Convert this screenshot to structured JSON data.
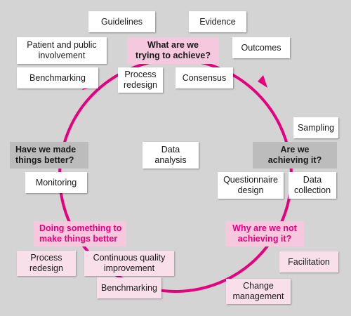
{
  "colors": {
    "background": "#d4d4d4",
    "cycle_line": "#e6007e",
    "pink_box": "#f9dfe9",
    "pink_stage": "#f6c8dd",
    "grey_stage": "#bcbcbc",
    "magenta_text": "#e6007e"
  },
  "stages": {
    "achieve": "What are we\ntrying to achieve?",
    "achieving": "Are we\nachieving it?",
    "why_not": "Why are we not\nachieving it?",
    "doing": "Doing something to\nmake things better",
    "better": "Have we made\nthings better?"
  },
  "boxes": {
    "guidelines": "Guidelines",
    "evidence": "Evidence",
    "patient": "Patient and public\ninvolvement",
    "outcomes": "Outcomes",
    "benchmarking_top": "Benchmarking",
    "process_redesign_top": "Process\nredesign",
    "consensus": "Consensus",
    "sampling": "Sampling",
    "data_analysis": "Data\nanalysis",
    "monitoring": "Monitoring",
    "questionnaire": "Questionnaire\ndesign",
    "data_collection": "Data\ncollection",
    "process_redesign_bottom": "Process\nredesign",
    "cqi": "Continuous quality\nimprovement",
    "facilitation": "Facilitation",
    "benchmarking_bottom": "Benchmarking",
    "change_management": "Change\nmanagement"
  }
}
